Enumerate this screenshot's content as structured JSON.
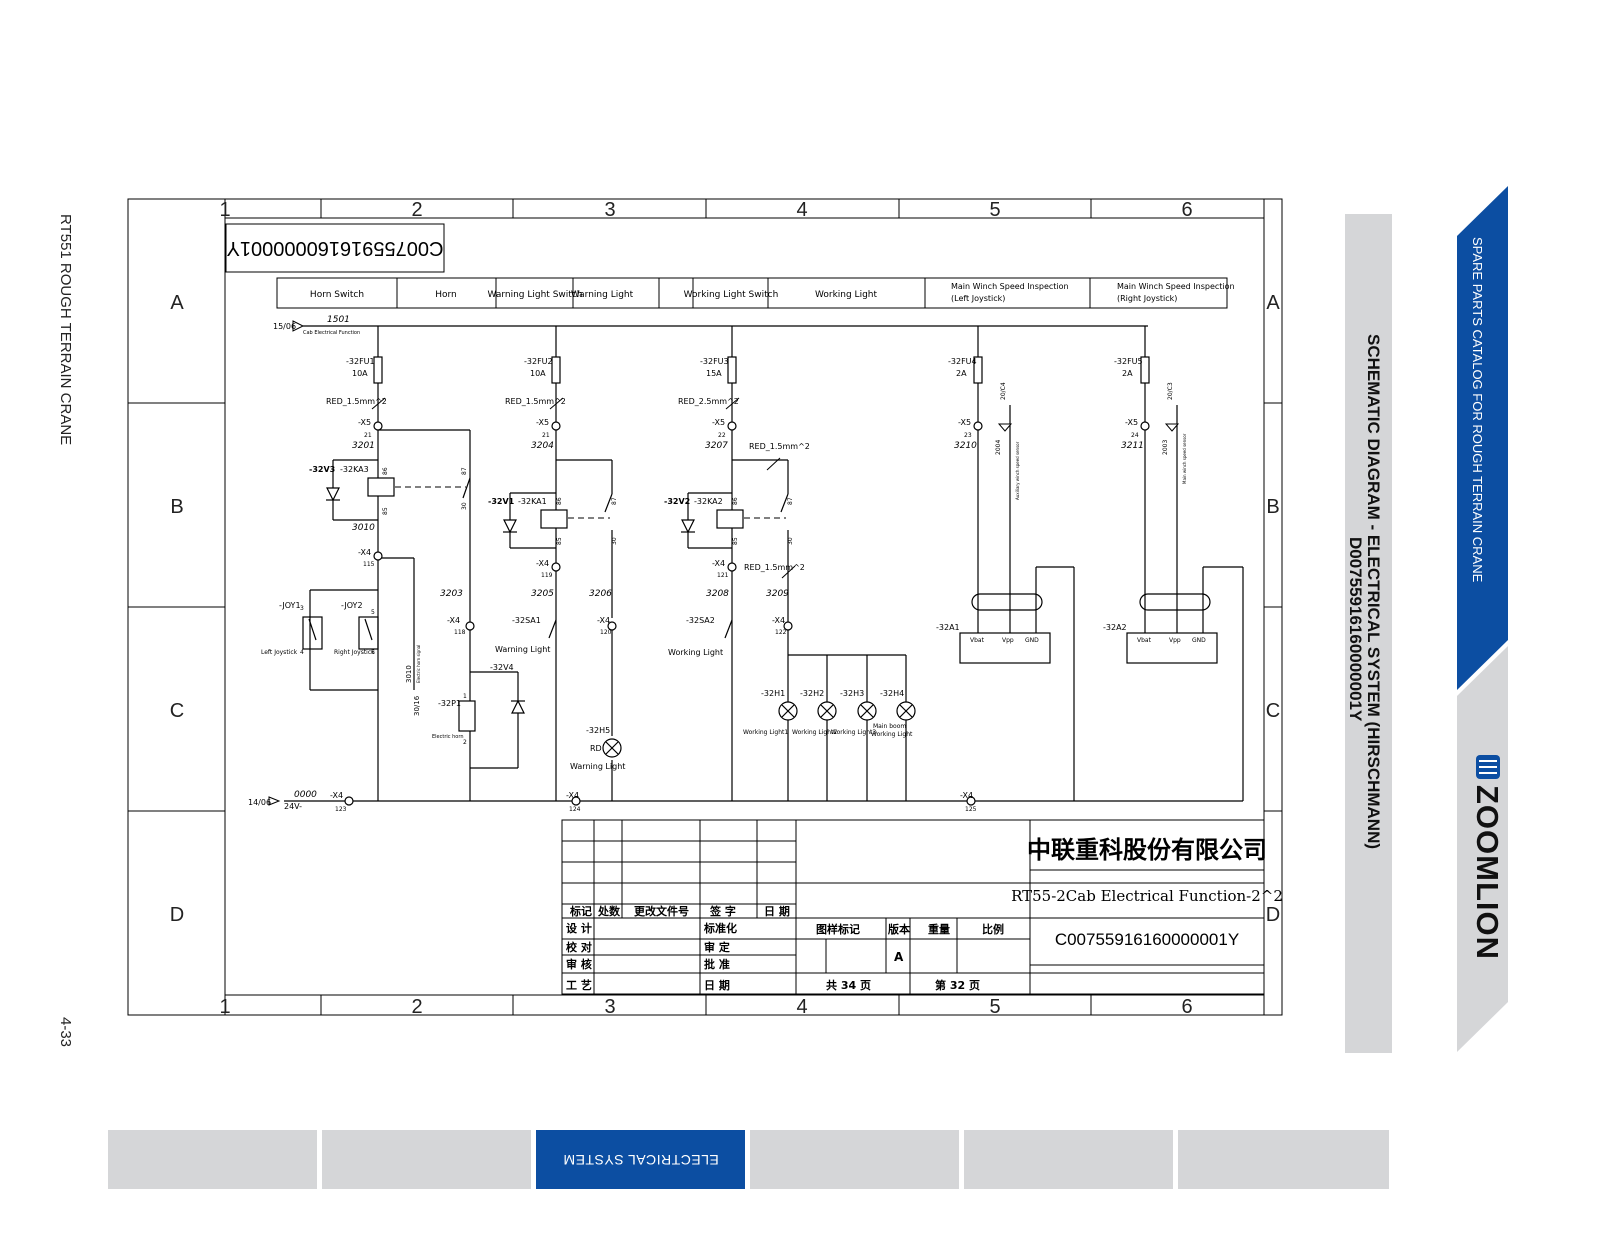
{
  "page": {
    "left_side_title": "RT551 ROUGH TERRAIN CRANE",
    "page_number": "4-33",
    "catalog_title": "SPARE PARTS CATALOG FOR ROUGH TERRAIN CRANE",
    "brand": "ZOOMLION",
    "sheet_title": "SCHEMATIC DIAGRAM - ELECTRICAL SYSTEM (HIRSCHMANN)",
    "sheet_code": "D00755916160000001Y",
    "colors": {
      "brand_blue": "#0c4ea2",
      "gray_band": "#d5d6d8",
      "line": "#000000"
    }
  },
  "nav_tabs": [
    {
      "label": ""
    },
    {
      "label": ""
    },
    {
      "label": "ELECTRICAL SYSTEM",
      "active": true
    },
    {
      "label": ""
    },
    {
      "label": ""
    },
    {
      "label": ""
    }
  ],
  "frame": {
    "col_labels": [
      "1",
      "2",
      "3",
      "4",
      "5",
      "6"
    ],
    "row_labels": [
      "A",
      "B",
      "C",
      "D"
    ],
    "drawing_code_rotated": "C00755916160000001Y"
  },
  "function_headers": [
    "Horn Switch",
    "Horn",
    "Warning Light Switch",
    "Warning Light",
    "Working Light Switch",
    "Working Light",
    "Main Winch Speed Inspection",
    "(Left Joystick)",
    "Main Winch Speed Inspection",
    "(Right Joystick)"
  ],
  "schematic_labels": {
    "feed_top": "15/06",
    "wire_1501": "1501",
    "feed_desc": "Cab Electrical Function",
    "feed_bottom": "14/06",
    "wire_0000": "0000",
    "volt": "24V-",
    "fu1": "-32FU1",
    "fu1_a": "10A",
    "fu2": "-32FU2",
    "fu2_a": "10A",
    "fu3": "-32FU3",
    "fu3_a": "15A",
    "fu4": "-32FU4",
    "fu4_a": "2A",
    "fu5": "-32FU5",
    "fu5_a": "2A",
    "red1": "RED_1.5mm^2",
    "red2": "RED_1.5mm^2",
    "red3": "RED_2.5mm^2",
    "red4": "RED_1.5mm^2",
    "red5": "RED_1.5mm^2",
    "x5": "-X5",
    "t21": "21",
    "t22": "22",
    "t23": "23",
    "t24": "24",
    "w3201": "3201",
    "w3204": "3204",
    "w3207": "3207",
    "w3210": "3210",
    "w3211": "3211",
    "w3010": "3010",
    "w3203": "3203",
    "w3205": "3205",
    "w3206": "3206",
    "w3208": "3208",
    "w3209": "3209",
    "w2004": "2004",
    "w2003": "2003",
    "x4": "-X4",
    "t115": "115",
    "t119": "119",
    "t121": "121",
    "t118": "118",
    "t120": "120",
    "t122": "122",
    "t123": "123",
    "t124": "124",
    "t125": "125",
    "v3": "-32V3",
    "v1": "-32V1",
    "v2": "-32V2",
    "v4": "-32V4",
    "ka3": "-32KA3",
    "ka1": "-32KA1",
    "ka2": "-32KA2",
    "k30": "30",
    "k85": "85",
    "k86": "86",
    "k87": "87",
    "joy1": "-JOY1",
    "joy2": "-JOY2",
    "left_joy": "Left Joystick",
    "right_joy": "Right Joystick",
    "horn_sig": "Electric horn signal",
    "w3010v": "3010",
    "w3016": "30/16",
    "p1": "-32P1",
    "horn": "Electric horn",
    "sa1": "-32SA1",
    "sa2": "-32SA2",
    "warn_light": "Warning Light",
    "work_light": "Working Light",
    "h5": "-32H5",
    "rd": "RD",
    "warn_light2": "Warning Light",
    "h1": "-32H1",
    "h2": "-32H2",
    "h3": "-32H3",
    "h4": "-32H4",
    "wl1": "Working Light1",
    "wl2": "Working Light2",
    "wl3": "Working Light3",
    "main_boom": "Main boom",
    "wl4": "Working Light",
    "c4": "20/C4",
    "c3": "20/C3",
    "aux_sensor": "Auxiliary winch speed sensor",
    "main_sensor": "Main winch speed sensor",
    "a1": "-32A1",
    "a2": "-32A2",
    "vbat": "Vbat",
    "vpp": "Vpp",
    "gnd": "GND",
    "n1": "1",
    "n2": "2",
    "n3": "3",
    "n4": "4",
    "n5": "5",
    "n6": "6"
  },
  "title_block": {
    "company": "中联重科股份有限公司",
    "drawing_title": "RT55-2Cab Electrical Function-2^2",
    "code": "C00755916160000001Y",
    "rev_headers": [
      "标记",
      "处数",
      "更改文件号",
      "签 字",
      "日 期"
    ],
    "left_rows": [
      "设 计",
      "校 对",
      "审 核",
      "工 艺"
    ],
    "mid_rows": [
      "标准化",
      "审 定",
      "批 准",
      "日 期"
    ],
    "info_headers": [
      "图样标记",
      "版本",
      "重量",
      "比例"
    ],
    "version": "A",
    "total_sheets": "共 34 页",
    "sheet_no": "第 32 页"
  }
}
